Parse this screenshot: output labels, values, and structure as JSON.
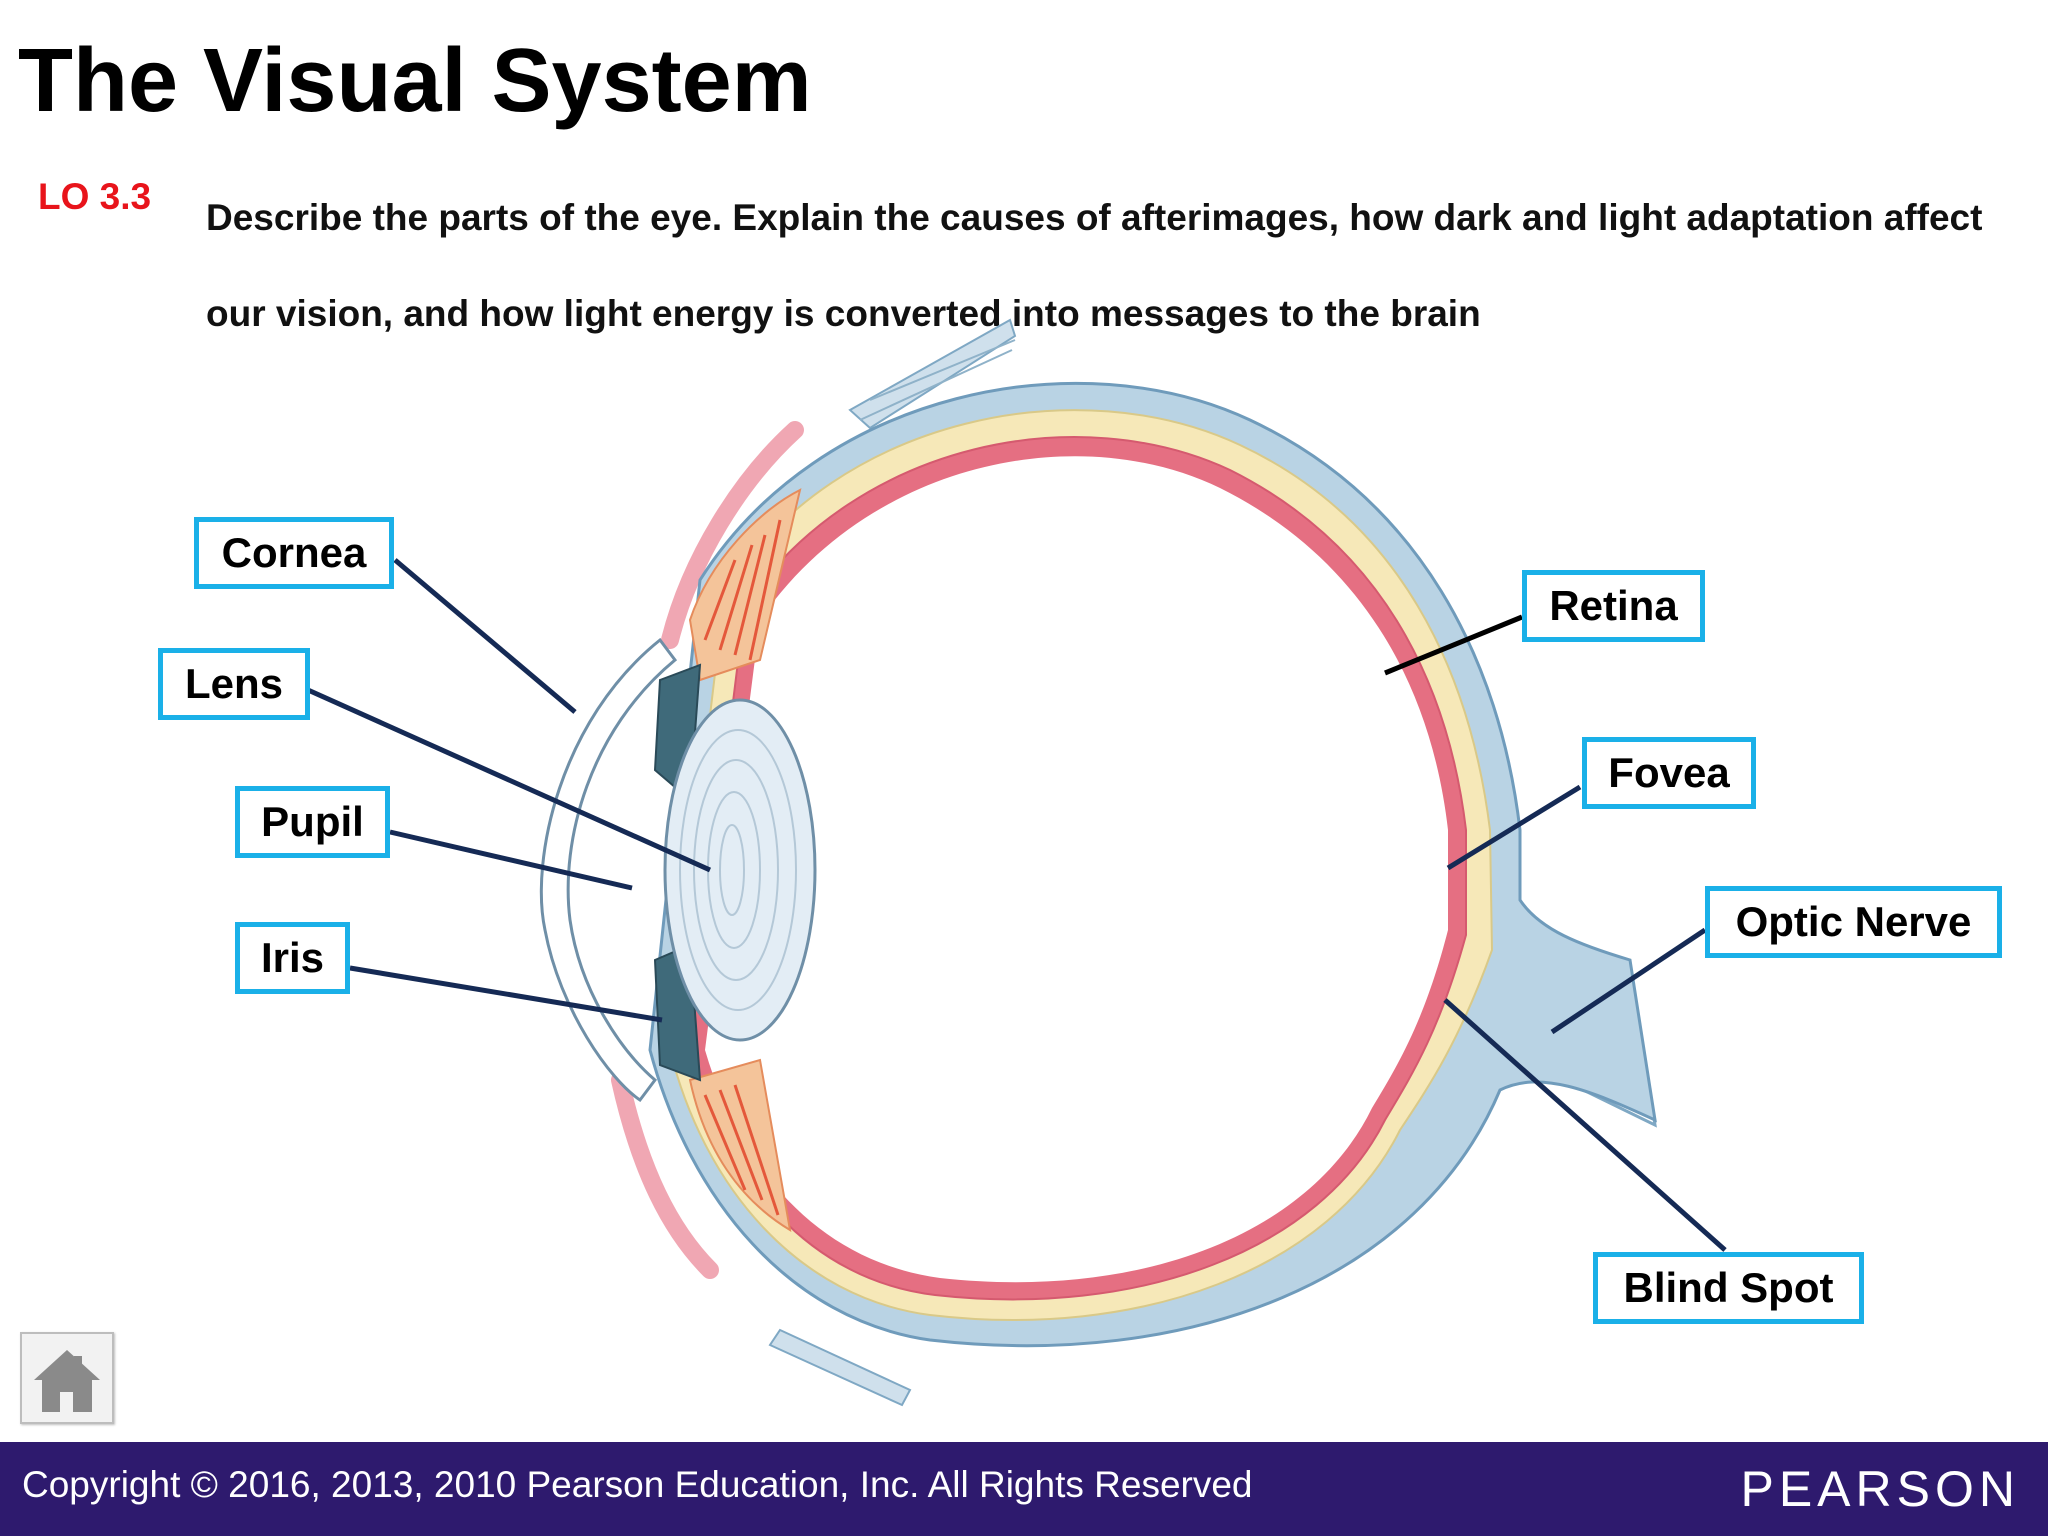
{
  "slide": {
    "title": "The Visual System",
    "lo_code": "LO 3.3",
    "objective": "Describe the parts of the eye. Explain the causes of afterimages, how dark and light adaptation affect our vision, and how light energy is converted into messages to the brain"
  },
  "labels": {
    "cornea": "Cornea",
    "lens": "Lens",
    "pupil": "Pupil",
    "iris": "Iris",
    "retina": "Retina",
    "fovea": "Fovea",
    "optic_nerve": "Optic Nerve",
    "blind_spot": "Blind Spot"
  },
  "footer": {
    "copyright": "Copyright © 2016, 2013, 2010 Pearson Education, Inc. All Rights Reserved",
    "brand": "PEARSON"
  },
  "icons": {
    "home": "home-icon"
  },
  "colors": {
    "label_border": "#1ab0e8",
    "lo_code": "#e8141b",
    "footer_bg": "#2e1a6e",
    "leader_line": "#152a55",
    "sclera": "#b9d3e4",
    "choroid": "#f6e8b8",
    "retina": "#e56f82"
  }
}
